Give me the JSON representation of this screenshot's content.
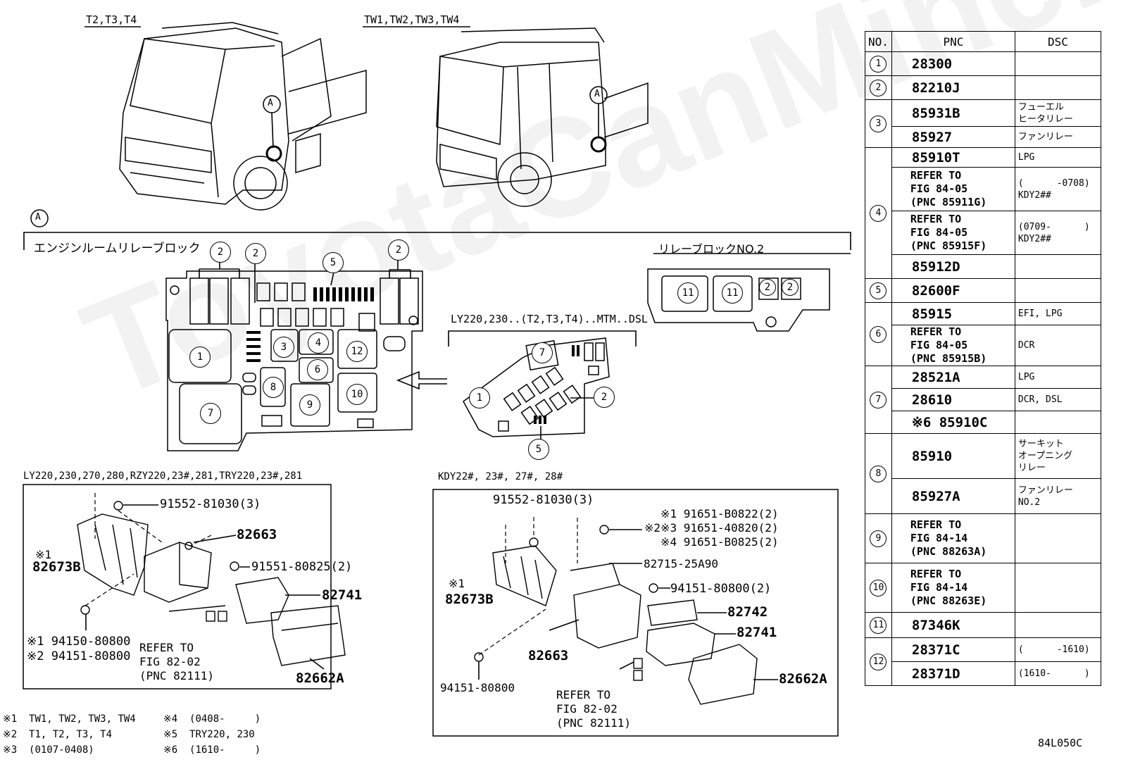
{
  "vehicle_views": {
    "left_label": "T2,T3,T4",
    "right_label": "TW1,TW2,TW3,TW4",
    "callout": "A"
  },
  "section": {
    "marker": "A",
    "engine_room_block": "エンジンルームリレーブロック",
    "relay_block_no2": "リレーブロックNO.2",
    "detail_label": "LY220,230..(T2,T3,T4)..MTM..DSL"
  },
  "block_callouts": {
    "c1": "1",
    "c2": "2",
    "c3": "3",
    "c4": "4",
    "c5": "5",
    "c6": "6",
    "c7": "7",
    "c8": "8",
    "c9": "9",
    "c10": "10",
    "c11": "11",
    "c12": "12"
  },
  "left_panel": {
    "title": "LY220,230,270,280,RZY220,23#,281,TRY220,23#,281",
    "bolt_top": "91552-81030(3)",
    "part_82663": "82663",
    "note1": "※1",
    "part_82673b": "82673B",
    "bolt_mid": "91551-80825(2)",
    "part_82741": "82741",
    "nut1": "※1 94150-80800",
    "nut2": "※2 94151-80800",
    "refer": "REFER TO\nFIG 82-02\n(PNC 82111)",
    "part_82662a": "82662A"
  },
  "right_panel": {
    "title": "KDY22#, 23#, 27#, 28#",
    "bolt_top": "91552-81030(3)",
    "bolt_group": "※1 91651-B0822(2)\n※2※3 91651-40820(2)\n※4 91651-B0825(2)",
    "bracket": "82715-25A90",
    "note1": "※1",
    "part_82673b": "82673B",
    "nut_side": "94151-80800(2)",
    "part_82742": "82742",
    "part_82741": "82741",
    "part_82663": "82663",
    "part_82662a": "82662A",
    "nut_bottom": "94151-80800",
    "refer": "REFER TO\nFIG 82-02\n(PNC 82111)"
  },
  "footnotes": {
    "col1": "※1  TW1, TW2, TW3, TW4\n※2  T1, T2, T3, T4\n※3  (0107-0408)",
    "col2": "※4  (0408-     )\n※5  TRY220, 230\n※6  (1610-     )"
  },
  "figure_code": "84L050C",
  "watermark": "ToyotaCanMine.ru",
  "table": {
    "headers": [
      "NO.",
      "PNC",
      "DSC"
    ],
    "rows": [
      {
        "no": "1",
        "pnc": "28300",
        "dsc": ""
      },
      {
        "no": "2",
        "pnc": "82210J",
        "dsc": ""
      },
      {
        "no": "3",
        "pnc": "85931B",
        "dsc": "フューエル\nヒータリレー"
      },
      {
        "no": "",
        "pnc": "85927",
        "dsc": "ファンリレー"
      },
      {
        "no": "4",
        "pnc": "85910T",
        "dsc": "LPG"
      },
      {
        "no": "",
        "pnc": "REFER TO\nFIG 84-05\n(PNC 85911G)",
        "dsc": "(      -0708)\nKDY2##"
      },
      {
        "no": "",
        "pnc": "REFER TO\nFIG 84-05\n(PNC 85915F)",
        "dsc": "(0709-      )\nKDY2##"
      },
      {
        "no": "",
        "pnc": "85912D",
        "dsc": ""
      },
      {
        "no": "5",
        "pnc": "82600F",
        "dsc": ""
      },
      {
        "no": "6",
        "pnc": "85915",
        "dsc": "EFI, LPG"
      },
      {
        "no": "",
        "pnc": "REFER TO\nFIG 84-05\n(PNC 85915B)",
        "dsc": "DCR"
      },
      {
        "no": "7",
        "pnc": "28521A",
        "dsc": "LPG"
      },
      {
        "no": "",
        "pnc": "28610",
        "dsc": "DCR, DSL"
      },
      {
        "no": "",
        "pnc": "※6 85910C",
        "dsc": ""
      },
      {
        "no": "8",
        "pnc": "85910",
        "dsc": "サーキット\nオープニング\nリレー"
      },
      {
        "no": "",
        "pnc": "85927A",
        "dsc": "ファンリレー\nNO.2"
      },
      {
        "no": "9",
        "pnc": "REFER TO\nFIG 84-14\n(PNC 88263A)",
        "dsc": ""
      },
      {
        "no": "10",
        "pnc": "REFER TO\nFIG 84-14\n(PNC 88263E)",
        "dsc": ""
      },
      {
        "no": "11",
        "pnc": "87346K",
        "dsc": ""
      },
      {
        "no": "12",
        "pnc": "28371C",
        "dsc": "(      -1610)"
      },
      {
        "no": "",
        "pnc": "28371D",
        "dsc": "(1610-      )"
      }
    ]
  }
}
